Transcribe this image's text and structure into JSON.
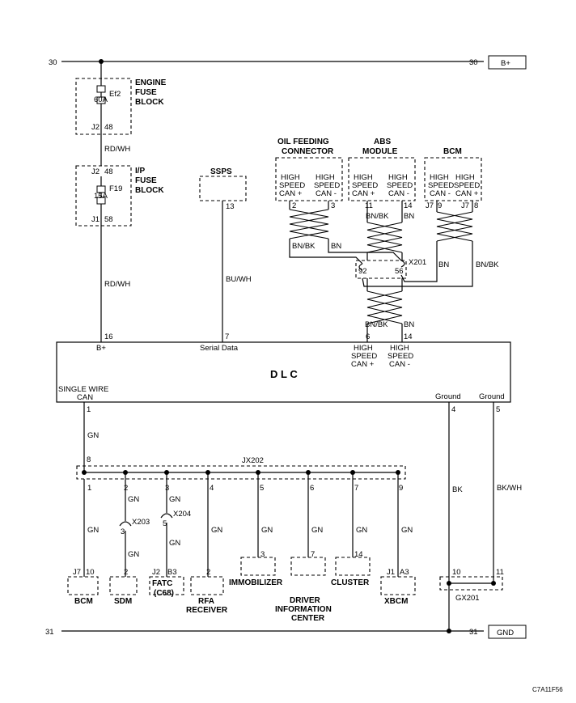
{
  "rails": {
    "top_label_left": "30",
    "top_label_right": "30",
    "top_tag": "B+",
    "bottom_label_left": "31",
    "bottom_label_right": "31",
    "bottom_tag": "GND"
  },
  "engine_fuse_block": {
    "title_line1": "ENGINE",
    "title_line2": "FUSE",
    "title_line3": "BLOCK",
    "fuse": "Ef2",
    "rating": "60A",
    "conn": "J2",
    "pin": "48"
  },
  "wire_rd_wh_1": "RD/WH",
  "ip_fuse_block": {
    "title_line1": "I/P",
    "title_line2": "FUSE",
    "title_line3": "BLOCK",
    "conn_top": "J2",
    "pin_top": "48",
    "fuse": "F19",
    "rating": "15A",
    "conn_bottom": "J1",
    "pin_bottom": "58"
  },
  "wire_rd_wh_2": "RD/WH",
  "ssps": {
    "title": "SSPS",
    "pin": "13"
  },
  "wire_bu_wh": "BU/WH",
  "oil_feeding": {
    "title_line1": "OIL FEEDING",
    "title_line2": "CONNECTOR",
    "hs_plus_1": "HIGH",
    "hs_plus_2": "SPEED",
    "hs_plus_3": "CAN +",
    "hs_minus_1": "HIGH",
    "hs_minus_2": "SPEED",
    "hs_minus_3": "CAN -",
    "pin_a": "2",
    "pin_b": "3"
  },
  "abs_module": {
    "title_line1": "ABS",
    "title_line2": "MODULE",
    "hs_plus_1": "HIGH",
    "hs_plus_2": "SPEED",
    "hs_plus_3": "CAN +",
    "hs_minus_1": "HIGH",
    "hs_minus_2": "SPEED",
    "hs_minus_3": "CAN -",
    "pin_a": "11",
    "pin_b": "14"
  },
  "bcm_top": {
    "title": "BCM",
    "hs_minus_1": "HIGH",
    "hs_minus_2": "SPEED",
    "hs_minus_3": "CAN -",
    "hs_plus_1": "HIGH",
    "hs_plus_2": "SPEED",
    "hs_plus_3": "CAN +",
    "conn_a": "J7",
    "pin_a": "9",
    "conn_b": "J7",
    "pin_b": "8"
  },
  "can_wires": {
    "oil_bnbk": "BN/BK",
    "oil_bn": "BN",
    "abs_bnbk": "BN/BK",
    "abs_bn": "BN",
    "bcm_bn": "BN",
    "bcm_bnbk": "BN/BK",
    "splice_name": "X201",
    "splice_pin_a": "92",
    "splice_pin_b": "56",
    "dlc_bnbk": "BN/BK",
    "dlc_bn": "BN"
  },
  "dlc": {
    "title": "D L C",
    "bplus_pin": "16",
    "bplus_label": "B+",
    "serial_pin": "7",
    "serial_label": "Serial Data",
    "hs_plus_pin": "6",
    "hs_plus_1": "HIGH",
    "hs_plus_2": "SPEED",
    "hs_plus_3": "CAN +",
    "hs_minus_pin": "14",
    "hs_minus_1": "HIGH",
    "hs_minus_2": "SPEED",
    "hs_minus_3": "CAN -",
    "sw_line1": "SINGLE WIRE",
    "sw_line2": "CAN",
    "sw_pin": "1",
    "gnd1_label": "Ground",
    "gnd1_pin": "4",
    "gnd2_label": "Ground",
    "gnd2_pin": "5"
  },
  "wire_gn_main": "GN",
  "jx202": {
    "title": "JX202",
    "in_pin": "8"
  },
  "branches": [
    {
      "pin": "1",
      "wire": "GN",
      "conn": "J7",
      "cpin": "10",
      "name": "BCM"
    },
    {
      "pin": "2",
      "wire1": "GN",
      "inline_name": "X203",
      "inline_pin": "3",
      "wire2": "GN",
      "cpin": "2",
      "name": "SDM"
    },
    {
      "pin": "3",
      "wire1": "GN",
      "inline_name": "X204",
      "inline_pin": "5",
      "wire2": "GN",
      "conn": "J2",
      "cpin": "B3",
      "name_line1": "FATC",
      "name_line2": "(C68)"
    },
    {
      "pin": "4",
      "wire": "GN",
      "cpin": "2",
      "name_line1": "RFA",
      "name_line2": "RECEIVER"
    },
    {
      "pin": "5",
      "wire": "GN",
      "cpin": "3",
      "name": "IMMOBILIZER"
    },
    {
      "pin": "6",
      "wire": "GN",
      "cpin": "7",
      "name_line1": "DRIVER",
      "name_line2": "INFORMATION",
      "name_line3": "CENTER"
    },
    {
      "pin": "7",
      "wire": "GN",
      "cpin": "14",
      "name": "CLUSTER"
    },
    {
      "pin": "9",
      "wire": "GN",
      "conn": "J1",
      "cpin": "A3",
      "name": "XBCM"
    }
  ],
  "ground": {
    "wire_bk": "BK",
    "wire_bkwh": "BK/WH",
    "pin_a": "10",
    "pin_b": "11",
    "name": "GX201"
  },
  "figure_code": "C7A11F56"
}
